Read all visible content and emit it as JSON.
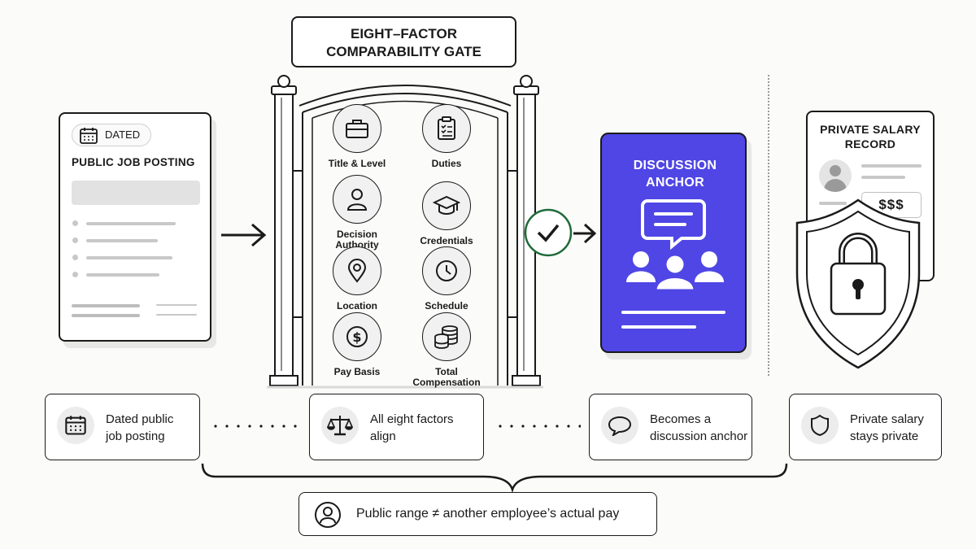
{
  "gate": {
    "title_line1": "EIGHT–FACTOR",
    "title_line2": "COMPARABILITY GATE",
    "factors": [
      {
        "label": "Title & Level",
        "icon": "briefcase-icon"
      },
      {
        "label": "Duties",
        "icon": "checklist-icon"
      },
      {
        "label": "Decision Authority",
        "icon": "person-icon"
      },
      {
        "label": "Credentials",
        "icon": "graduation-cap-icon"
      },
      {
        "label": "Location",
        "icon": "map-pin-icon"
      },
      {
        "label": "Schedule",
        "icon": "clock-icon"
      },
      {
        "label": "Pay Basis",
        "icon": "dollar-coin-icon"
      },
      {
        "label": "Total Compensation",
        "icon": "coin-stack-icon"
      }
    ]
  },
  "job_posting": {
    "badge": "DATED",
    "title": "PUBLIC JOB POSTING"
  },
  "discussion_anchor": {
    "title_line1": "DISCUSSION",
    "title_line2": "ANCHOR",
    "color": "#4f46e5"
  },
  "salary_record": {
    "title_line1": "PRIVATE SALARY",
    "title_line2": "RECORD",
    "amount": "$$$"
  },
  "check_color": "#1f6b3a",
  "steps": [
    {
      "line1": "Dated public",
      "line2": "job posting",
      "icon": "calendar-icon"
    },
    {
      "line1": "All eight factors",
      "line2": "align",
      "icon": "scales-icon"
    },
    {
      "line1": "Becomes a",
      "line2": "discussion anchor",
      "icon": "speech-bubble-icon"
    },
    {
      "line1": "Private salary",
      "line2": "stays private",
      "icon": "shield-icon"
    }
  ],
  "note": {
    "text": "Public range ≠ another employee’s actual pay",
    "icon": "person-icon"
  }
}
